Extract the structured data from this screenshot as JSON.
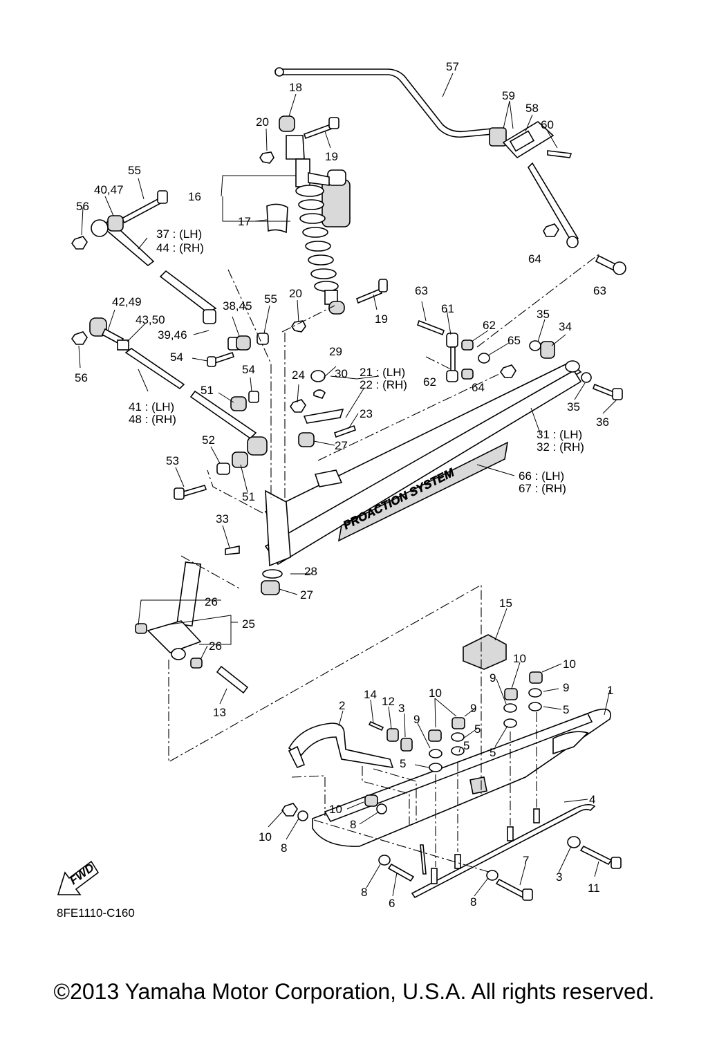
{
  "diagram": {
    "code": "8FE1110-C160",
    "fwd_label": "FWD",
    "brand_text": "PROACTION SYSTEM",
    "labels": {
      "p1": "1",
      "p2": "2",
      "p3a": "3",
      "p3b": "3",
      "p4": "4",
      "p5a": "5",
      "p5b": "5",
      "p5c": "5",
      "p5d": "5",
      "p5e": "5",
      "p6": "6",
      "p7": "7",
      "p8a": "8",
      "p8b": "8",
      "p8c": "8",
      "p8d": "8",
      "p9a": "9",
      "p9b": "9",
      "p9c": "9",
      "p9d": "9",
      "p10a": "10",
      "p10b": "10",
      "p10c": "10",
      "p10d": "10",
      "p10e": "10",
      "p11": "11",
      "p12": "12",
      "p13": "13",
      "p14": "14",
      "p15": "15",
      "p16": "16",
      "p17": "17",
      "p18": "18",
      "p19a": "19",
      "p19b": "19",
      "p20a": "20",
      "p20b": "20",
      "p21": "21 : (LH)",
      "p22": "22 : (RH)",
      "p23": "23",
      "p24": "24",
      "p25": "25",
      "p26a": "26",
      "p26b": "26",
      "p27a": "27",
      "p27b": "27",
      "p28": "28",
      "p29": "29",
      "p30": "30",
      "p31": "31 : (LH)",
      "p32": "32 : (RH)",
      "p33": "33",
      "p34": "34",
      "p35a": "35",
      "p35b": "35",
      "p36": "36",
      "p37": "37 : (LH)",
      "p44": "44 : (RH)",
      "p3845": "38,45",
      "p3946": "39,46",
      "p4047": "40,47",
      "p41": "41 : (LH)",
      "p48": "48 : (RH)",
      "p4249": "42,49",
      "p4350": "43,50",
      "p51a": "51",
      "p51b": "51",
      "p52": "52",
      "p53": "53",
      "p54a": "54",
      "p54b": "54",
      "p55a": "55",
      "p55b": "55",
      "p56a": "56",
      "p56b": "56",
      "p57": "57",
      "p58": "58",
      "p59": "59",
      "p60": "60",
      "p61": "61",
      "p62a": "62",
      "p62b": "62",
      "p63a": "63",
      "p63b": "63",
      "p64a": "64",
      "p64b": "64",
      "p65": "65",
      "p66": "66 : (LH)",
      "p67": "67 : (RH)"
    }
  },
  "footer": {
    "copyright": "©2013 Yamaha Motor Corporation, U.S.A. All rights reserved."
  }
}
